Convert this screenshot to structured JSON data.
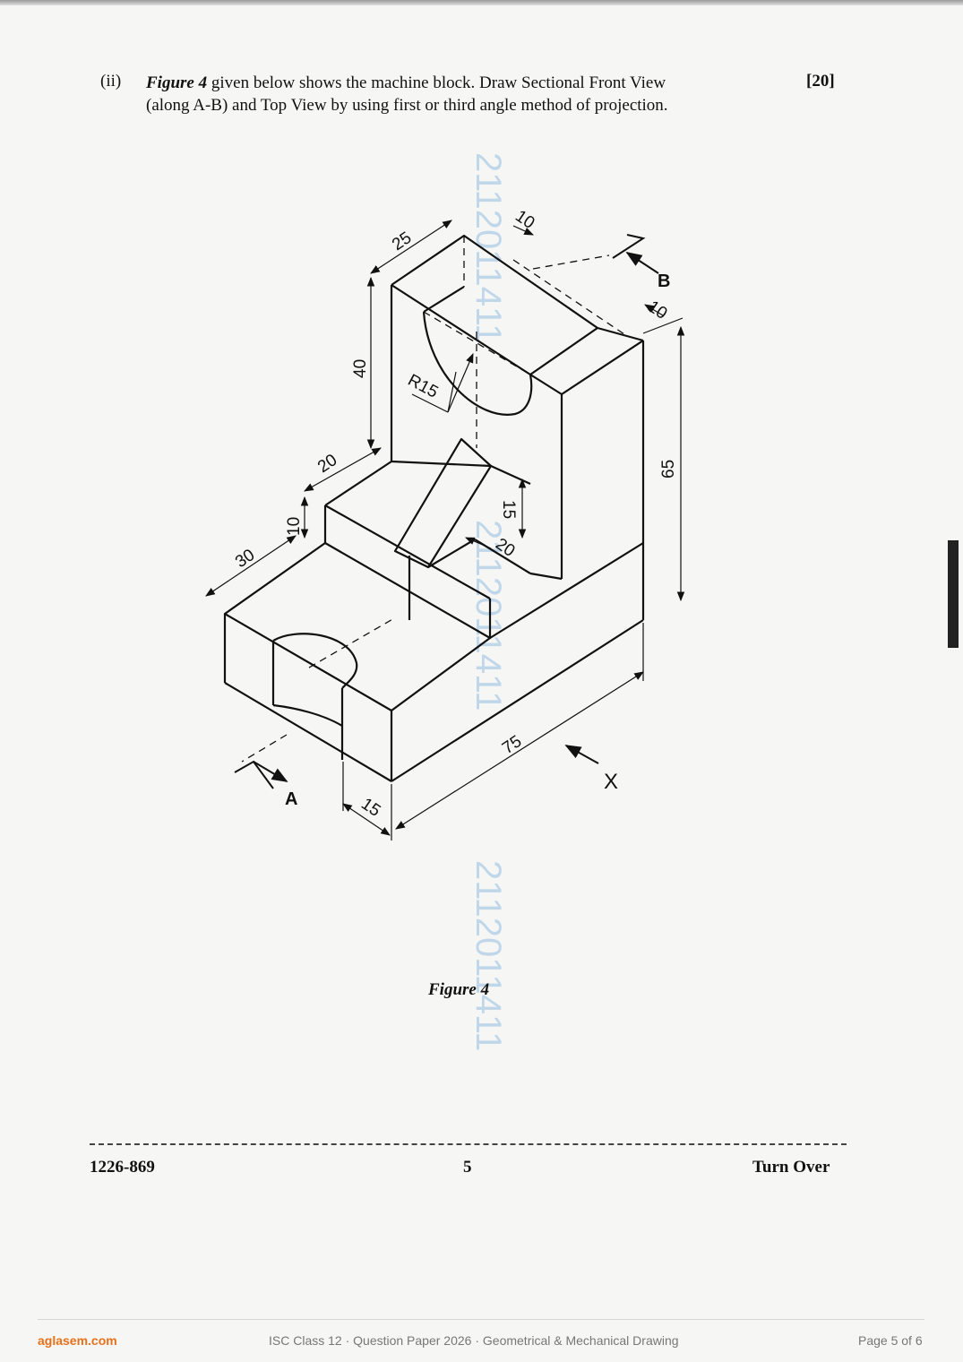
{
  "question": {
    "number": "(ii)",
    "figure_ref": "Figure 4",
    "text_line1_rest": " given below shows the machine block. Draw Sectional Front View",
    "text_line2": "(along A-B) and Top View by using first or third angle method of projection.",
    "marks": "[20]"
  },
  "figure": {
    "caption": "Figure 4",
    "dimensions": {
      "d25": "25",
      "d10_top": "10",
      "d10_right": "10",
      "d40": "40",
      "r15": "R15",
      "d65": "65",
      "d20_step": "20",
      "d10_step": "10",
      "d15": "15",
      "d20_slot": "20",
      "d30": "30",
      "d75": "75",
      "d15_base": "15"
    },
    "labels": {
      "a": "A",
      "b": "B",
      "x": "X"
    },
    "watermark": [
      "2112011411",
      "2112011411",
      "2112011411"
    ]
  },
  "footer": {
    "code": "1226-869",
    "page": "5",
    "turn_over": "Turn Over"
  },
  "site_footer": {
    "brand": "aglasem.com",
    "meta": "ISC Class 12  ·  Question Paper 2026  ·  Geometrical & Mechanical Drawing",
    "page": "Page 5 of 6"
  }
}
